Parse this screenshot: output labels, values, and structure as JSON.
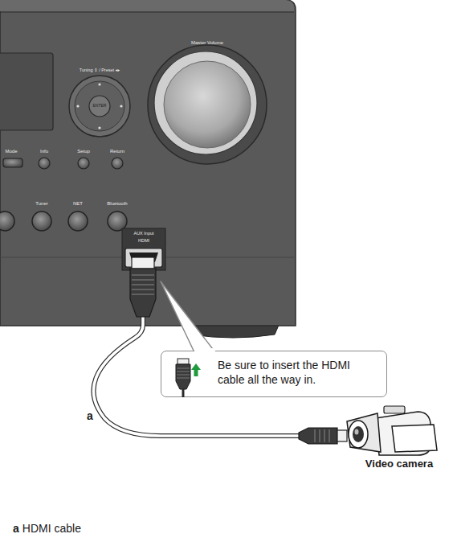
{
  "diagram": {
    "nodes": [
      {
        "text": [
          "Be sure to insert the HDMI cable all the way in."
        ]
      }
    ],
    "labels": [
      "Master Volume",
      "Tuning ⇕ / Preset ◂▸",
      "ENTER",
      "Mode",
      "Info",
      "Setup",
      "Return",
      "Tuner",
      "NET",
      "Bluetooth",
      "AUX Input",
      "HDMI",
      "a",
      "Video camera",
      "a",
      "HDMI cable"
    ]
  }
}
